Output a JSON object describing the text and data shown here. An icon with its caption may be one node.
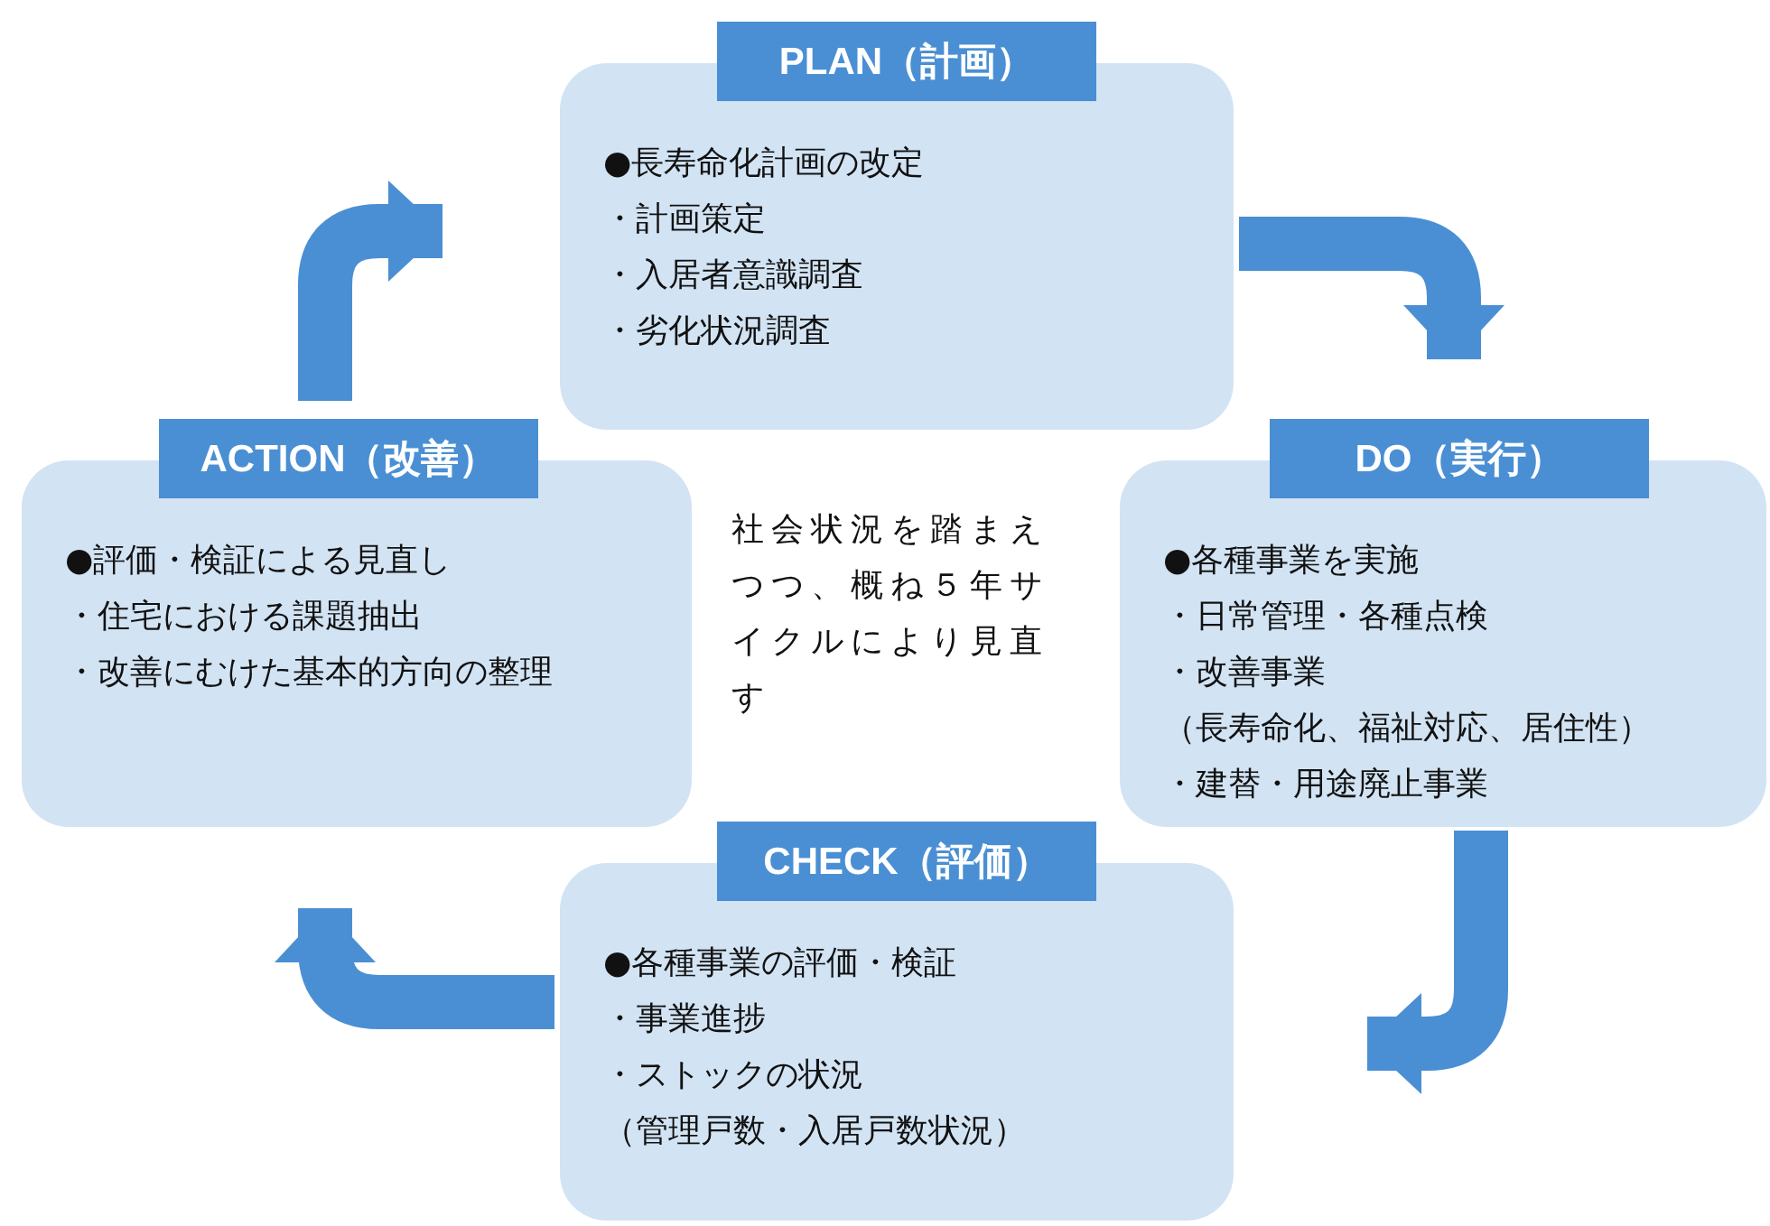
{
  "diagram": {
    "nodes": [
      {
        "text": [
          "PLAN（計画）",
          "●長寿命化計画の改定",
          "・計画策定",
          "・入居者意識調査",
          "・劣化状況調査"
        ]
      },
      {
        "text": [
          "DO（実行）",
          "●各種事業を実施",
          "・日常管理・各種点検",
          "・改善事業",
          "（長寿命化、福祉対応、居住性）",
          "・建替・用途廃止事業"
        ]
      },
      {
        "text": [
          "CHECK（評価）",
          "●各種事業の評価・検証",
          "・事業進捗",
          "・ストックの状況",
          "（管理戸数・入居戸数状況）"
        ]
      },
      {
        "text": [
          "ACTION（改善）",
          "●評価・検証による見直し",
          "・住宅における課題抽出",
          "・改善にむけた基本的方向の整理"
        ]
      }
    ],
    "edges": [
      {
        "from": 0,
        "to": 1,
        "arrow": "to"
      },
      {
        "from": 1,
        "to": 2,
        "arrow": "to"
      },
      {
        "from": 2,
        "to": 3,
        "arrow": "to"
      },
      {
        "from": 3,
        "to": 0,
        "arrow": "to"
      }
    ],
    "labels": [
      "社会状況を踏まえつつ、概ね５年サイクルにより見直す"
    ]
  }
}
